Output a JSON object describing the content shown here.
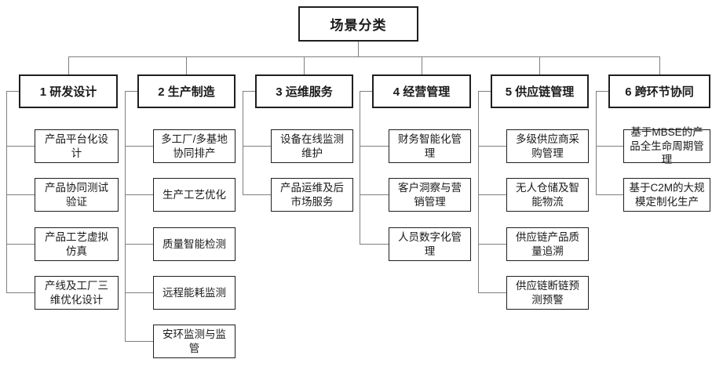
{
  "diagram": {
    "root": {
      "label": "场景分类"
    },
    "columns": [
      {
        "header": "1 研发设计",
        "items": [
          "产品平台化设计",
          "产品协同测试验证",
          "产品工艺虚拟仿真",
          "产线及工厂三维优化设计"
        ]
      },
      {
        "header": "2 生产制造",
        "items": [
          "多工厂/多基地协同排产",
          "生产工艺优化",
          "质量智能检测",
          "远程能耗监测",
          "安环监测与监管"
        ]
      },
      {
        "header": "3 运维服务",
        "items": [
          "设备在线监测维护",
          "产品运维及后市场服务"
        ]
      },
      {
        "header": "4 经营管理",
        "items": [
          "财务智能化管理",
          "客户洞察与营销管理",
          "人员数字化管理"
        ]
      },
      {
        "header": "5 供应链管理",
        "items": [
          "多级供应商采购管理",
          "无人仓储及智能物流",
          "供应链产品质量追溯",
          "供应链断链预测预警"
        ]
      },
      {
        "header": "6 跨环节协同",
        "items": [
          "基于MBSE的产品全生命周期管理",
          "基于C2M的大规模定制化生产"
        ]
      }
    ],
    "colors": {
      "box_border": "#1f1f1f",
      "connector": "#7f7f7f",
      "text": "#1a1a1a",
      "background": "#ffffff"
    }
  }
}
